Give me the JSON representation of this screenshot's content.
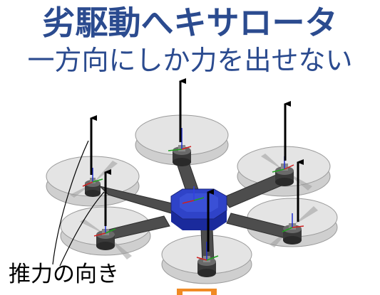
{
  "diagram": {
    "title": "劣駆動へキサロータ",
    "subtitle": "一方向にしか力を出せない",
    "annotation": "推力の向き",
    "colors": {
      "title": "#2b4b8f",
      "body": "#2535a8",
      "arm": "#4a4a4a",
      "rotor_disc": "#d8d8d8",
      "motor": "#3a3a3a",
      "thrust_arrow": "#000000",
      "orange_marker": "#f08a24"
    }
  }
}
